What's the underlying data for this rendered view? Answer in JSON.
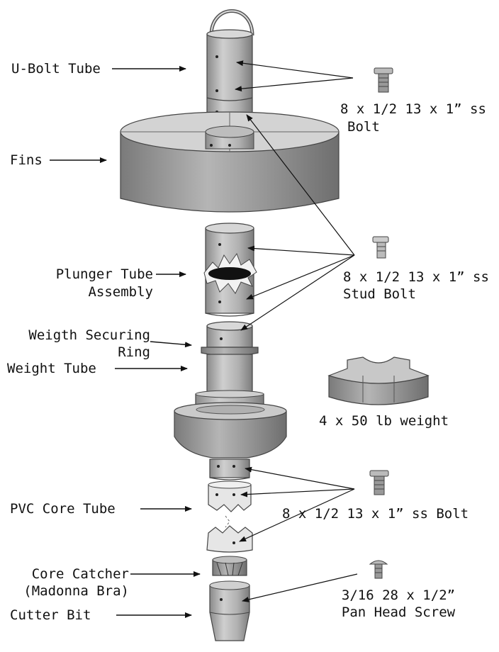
{
  "labels": {
    "ubolt_tube": "U-Bolt Tube",
    "fins": "Fins",
    "plunger_1": "Plunger Tube",
    "plunger_2": "Assembly",
    "ring_1": "Weigth Securing",
    "ring_2": "Ring",
    "weight_tube": "Weight Tube",
    "pvc_core_tube": "PVC Core Tube",
    "core_catcher_1": "Core Catcher",
    "core_catcher_2": "(Madonna Bra)",
    "cutter_bit": "Cutter Bit",
    "bolt_top_1": "8 x 1/2 13 x 1” ss",
    "bolt_top_2": "Bolt",
    "stud_1": "8 x 1/2 13 x 1” ss",
    "stud_2": "Stud Bolt",
    "weight": "4 x 50 lb weight",
    "bolt_bottom": "8 x 1/2 13 x 1” ss Bolt",
    "screw_1": "3/16 28 x 1/2”",
    "screw_2": "Pan Head Screw"
  },
  "colors": {
    "metal_light": "#c9c9c9",
    "metal_mid": "#a6a6a6",
    "metal_dark": "#7a7a7a",
    "outline": "#444444",
    "text": "#111111"
  }
}
